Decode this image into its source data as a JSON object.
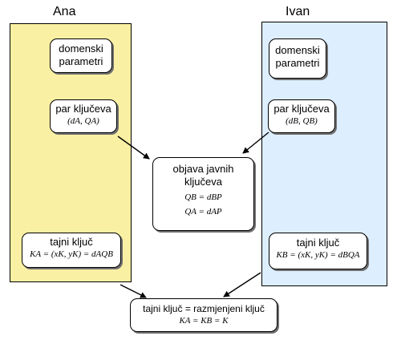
{
  "parties": {
    "left": "Ana",
    "right": "Ivan"
  },
  "colors": {
    "left_panel": "#FAF0A3",
    "right_panel": "#DDEEFF"
  },
  "ana": {
    "domain_params": "domenski parametri",
    "key_pair_label": "par ključeva",
    "key_pair_formula": "(dA, QA)",
    "secret_key_label": "tajni ključ",
    "secret_key_formula": "KA = (xK, yK) = dAQB"
  },
  "ivan": {
    "domain_params": "domenski parametri",
    "key_pair_label": "par ključeva",
    "key_pair_formula": "(dB, QB)",
    "secret_key_label": "tajni ključ",
    "secret_key_formula": "KB = (xK, yK) = dBQA"
  },
  "publish": {
    "label": "objava javnih ključeva",
    "formula_b": "QB = dBP",
    "formula_a": "QA = dAP"
  },
  "shared": {
    "label": "tajni ključ = razmjenjeni ključ",
    "formula": "KA = KB = K"
  }
}
